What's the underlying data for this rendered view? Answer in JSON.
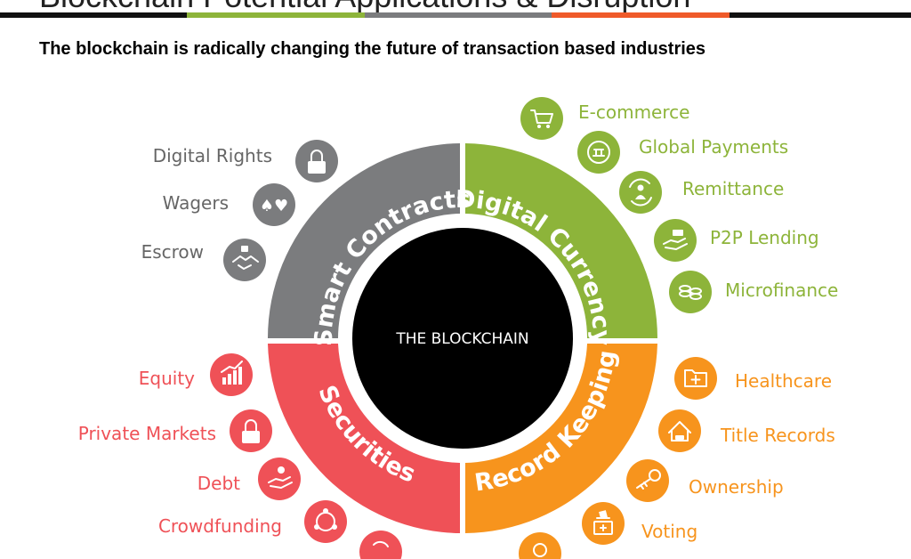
{
  "page": {
    "title": "Blockchain Potential Applications & Disruption",
    "subtitle": "The blockchain is radically changing the future of transaction based industries"
  },
  "colors": {
    "gray": "#7b7c7e",
    "green": "#8db43a",
    "red": "#ef5157",
    "orange": "#f7941d",
    "center": "#000000"
  },
  "diagram": {
    "center": "THE BLOCKCHAIN",
    "segments": {
      "smart_contracts": "Smart Contracts",
      "digital_currency": "Digital Currency",
      "securities": "Securities",
      "record_keeping": "Record Keeping"
    },
    "items": {
      "smart_contracts": [
        {
          "label": "Digital Rights",
          "icon": "lock-icon"
        },
        {
          "label": "Wagers",
          "icon": "card-suits-icon"
        },
        {
          "label": "Escrow",
          "icon": "handshake-icon"
        }
      ],
      "digital_currency": [
        {
          "label": "E-commerce",
          "icon": "cart-icon"
        },
        {
          "label": "Global Payments",
          "icon": "globe-bank-icon"
        },
        {
          "label": "Remittance",
          "icon": "person-cycle-icon"
        },
        {
          "label": "P2P Lending",
          "icon": "hand-money-icon"
        },
        {
          "label": "Microfinance",
          "icon": "coins-icon"
        }
      ],
      "securities": [
        {
          "label": "Equity",
          "icon": "bar-chart-icon"
        },
        {
          "label": "Private Markets",
          "icon": "lock-icon"
        },
        {
          "label": "Debt",
          "icon": "hand-icon"
        },
        {
          "label": "Crowdfunding",
          "icon": "people-network-icon"
        }
      ],
      "record_keeping": [
        {
          "label": "Healthcare",
          "icon": "medical-folder-icon"
        },
        {
          "label": "Title Records",
          "icon": "house-car-icon"
        },
        {
          "label": "Ownership",
          "icon": "key-icon"
        },
        {
          "label": "Voting",
          "icon": "ballot-box-icon"
        }
      ]
    }
  }
}
